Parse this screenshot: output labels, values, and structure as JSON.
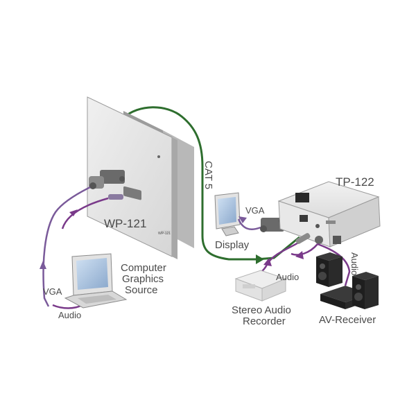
{
  "devices": {
    "wall_plate": "WP-121",
    "wall_plate_badge": "WP-121",
    "transmitter_box": "TP-122",
    "display": "Display",
    "computer_line1": "Computer",
    "computer_line2": "Graphics",
    "computer_line3": "Source",
    "recorder_line1": "Stereo Audio",
    "recorder_line2": "Recorder",
    "receiver": "AV-Receiver"
  },
  "cables": {
    "cat5": "CAT 5",
    "vga_display": "VGA",
    "vga_source": "VGA",
    "audio_source": "Audio",
    "audio_recorder": "Audio",
    "audio_receiver": "Audio"
  },
  "colors": {
    "cat5_cable": "#2e6e2e",
    "vga_cable": "#7a5a9a",
    "audio_cable": "#7a3a8a",
    "device_body": "#e4e4e4",
    "label_text": "#4a4a4a"
  }
}
